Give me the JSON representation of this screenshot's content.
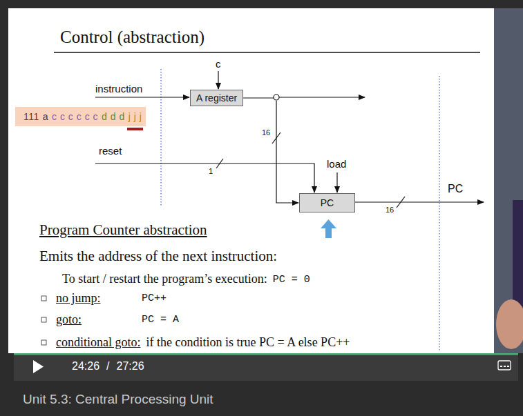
{
  "diagram": {
    "title": "Control (abstraction)",
    "caption": "Unit 5.3: Central Processing Unit",
    "nodes": [
      {
        "text": [
          "111",
          "a",
          "c c c c c c",
          "d d d",
          "j j j"
        ]
      },
      {
        "text": [
          "A register"
        ]
      },
      {
        "text": [
          "PC"
        ]
      }
    ],
    "edges": [
      {
        "from": 1,
        "to": 2,
        "arrow": "to",
        "label": "16"
      }
    ],
    "labels": [
      "c",
      "instruction",
      "reset",
      "1",
      "load",
      "16",
      "PC",
      "Program Counter abstraction",
      "Emits the address of the next instruction:",
      "To start / restart the program’s execution:",
      "PC = 0",
      "no jump:",
      "PC++",
      "goto:",
      "PC = A",
      "conditional goto:",
      "if the condition is true PC = A else PC++",
      "24:26",
      "/",
      "27:26"
    ]
  }
}
